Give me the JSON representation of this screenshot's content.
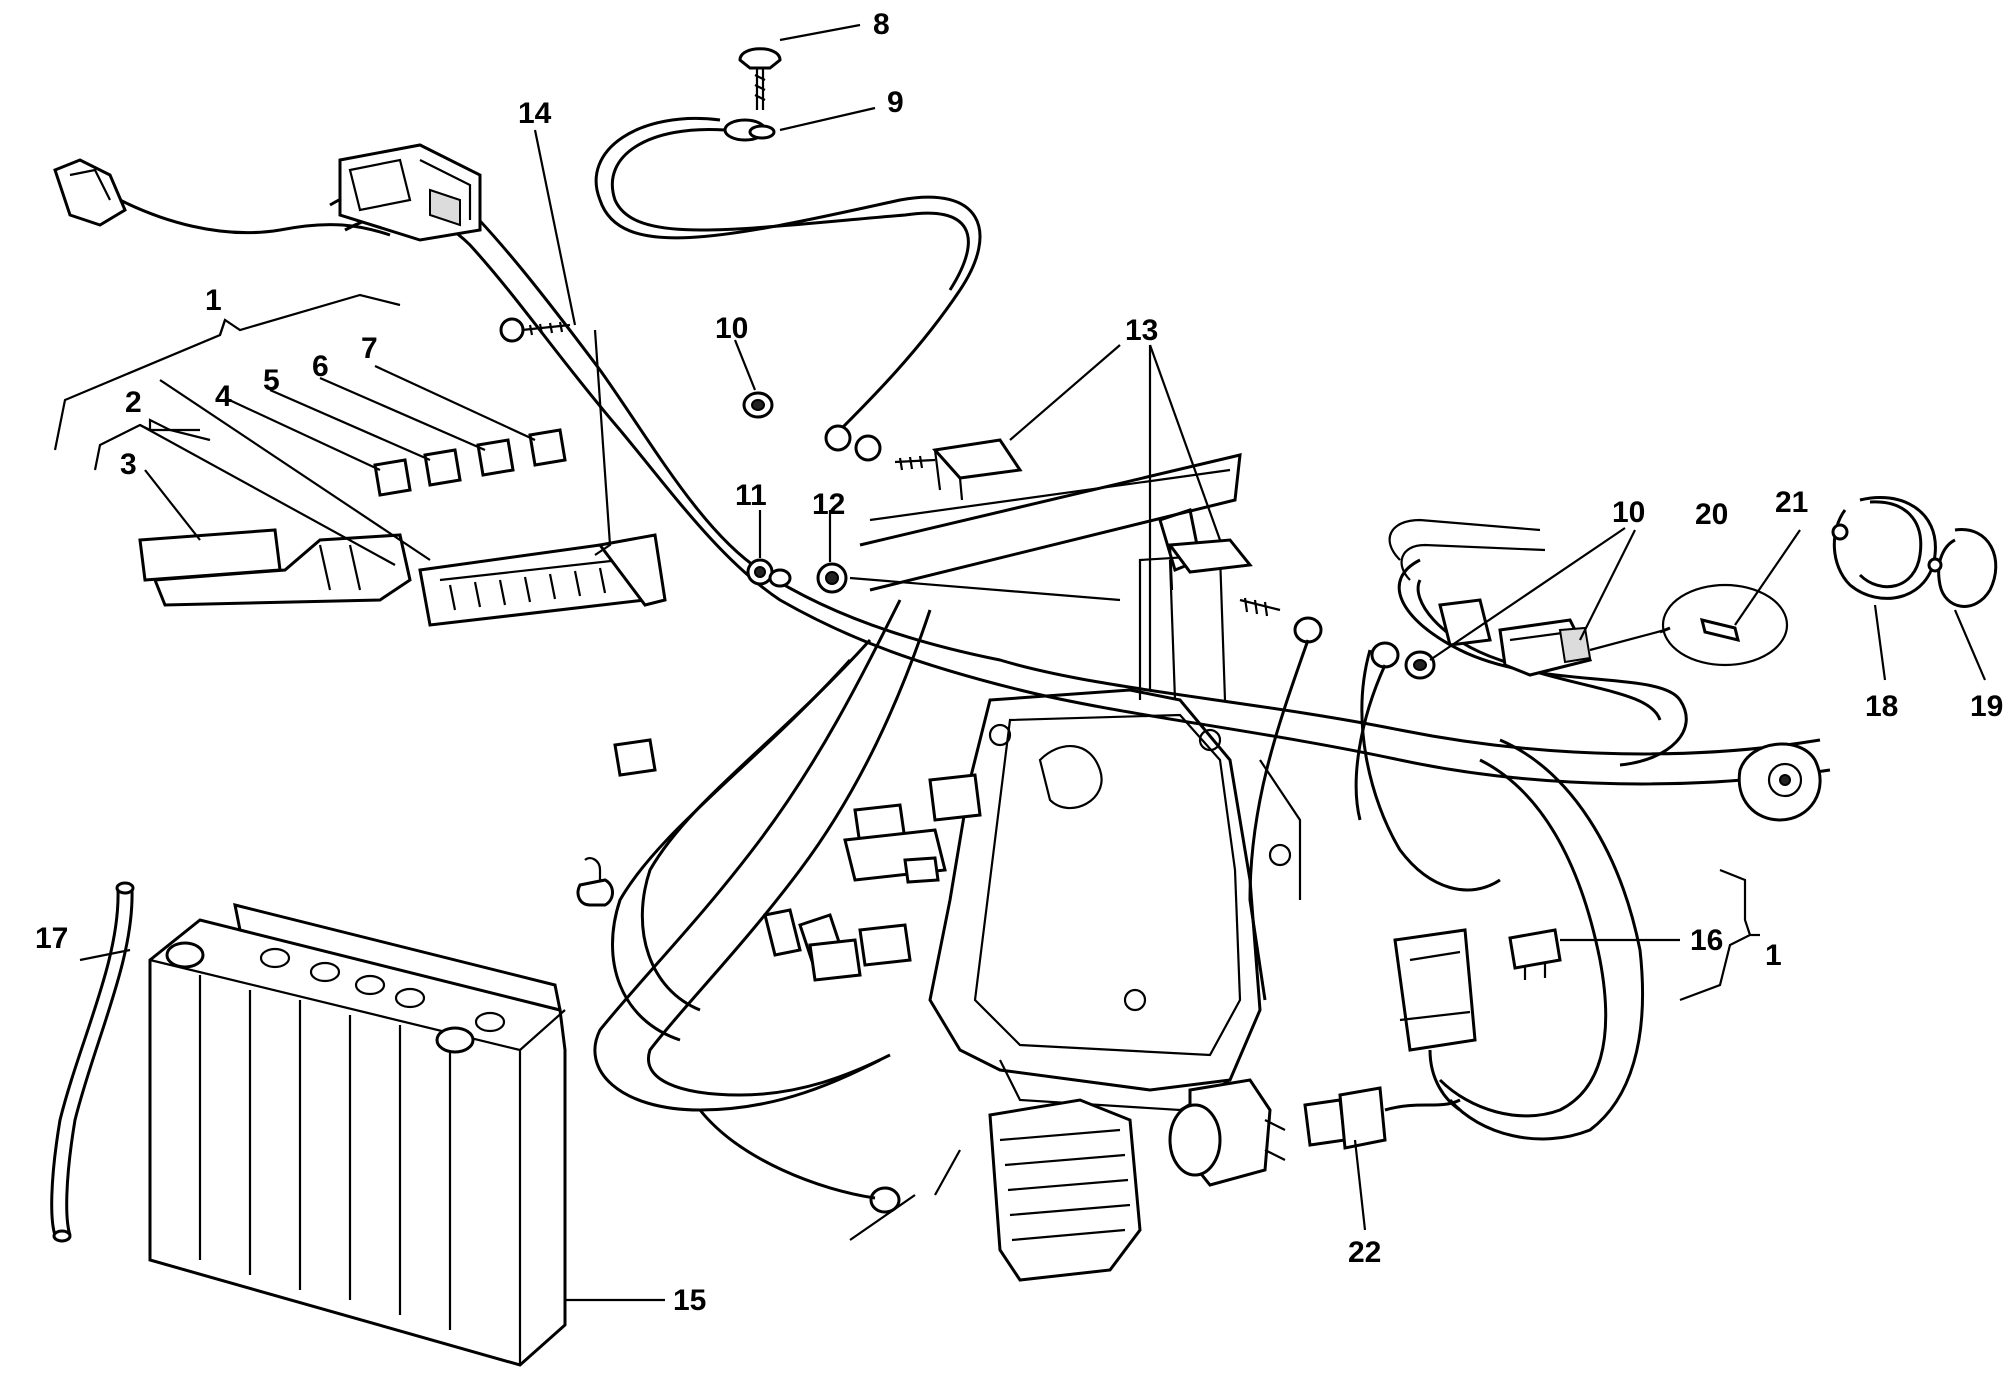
{
  "labels": {
    "l1a": "1",
    "l1b": "1",
    "l2": "2",
    "l3": "3",
    "l4": "4",
    "l5": "5",
    "l6": "6",
    "l7": "7",
    "l8": "8",
    "l9": "9",
    "l10a": "10",
    "l10b": "10",
    "l11": "11",
    "l12": "12",
    "l13": "13",
    "l14": "14",
    "l15": "15",
    "l16": "16",
    "l17": "17",
    "l18": "18",
    "l19": "19",
    "l20": "20",
    "l21": "21",
    "l22": "22"
  }
}
